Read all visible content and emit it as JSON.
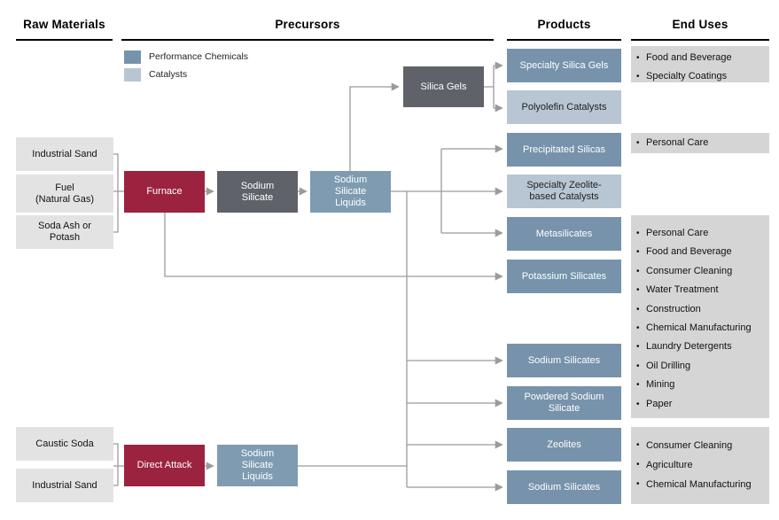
{
  "columns": {
    "raw_materials": "Raw Materials",
    "precursors": "Precursors",
    "products": "Products",
    "end_uses": "End Uses"
  },
  "legend": {
    "items": [
      {
        "label": "Performance Chemicals",
        "color": "#7693ab"
      },
      {
        "label": "Catalysts",
        "color": "#b8c5d2"
      }
    ]
  },
  "colors": {
    "performance_chemicals_blue": "#7693ab",
    "catalysts_light_blue": "#b8c5d2",
    "process_red": "#9b2340",
    "precursor_dark_gray": "#5f6369",
    "raw_material_gray": "#e3e3e3",
    "end_use_gray": "#d5d5d5",
    "connector_gray": "#9b9b9b"
  },
  "raw_materials": [
    {
      "label": "Industrial Sand"
    },
    {
      "label": "Fuel\n(Natural Gas)"
    },
    {
      "label": "Soda Ash or\nPotash"
    },
    {
      "label": "Caustic Soda"
    },
    {
      "label": "Industrial Sand"
    }
  ],
  "precursors": [
    {
      "label": "Furnace"
    },
    {
      "label": "Sodium\nSilicate"
    },
    {
      "label": "Sodium\nSilicate\nLiquids"
    },
    {
      "label": "Silica Gels"
    },
    {
      "label": "Direct Attack"
    },
    {
      "label": "Sodium\nSilicate\nLiquids"
    }
  ],
  "products": [
    {
      "label": "Specialty Silica Gels",
      "category": "Performance Chemicals"
    },
    {
      "label": "Polyolefin Catalysts",
      "category": "Catalysts"
    },
    {
      "label": "Precipitated Silicas",
      "category": "Performance Chemicals"
    },
    {
      "label": "Specialty Zeolite-\nbased Catalysts",
      "category": "Catalysts"
    },
    {
      "label": "Metasilicates",
      "category": "Performance Chemicals"
    },
    {
      "label": "Potassium Silicates",
      "category": "Performance Chemicals"
    },
    {
      "label": "Sodium Silicates",
      "category": "Performance Chemicals"
    },
    {
      "label": "Powdered Sodium\nSilicate",
      "category": "Performance Chemicals"
    },
    {
      "label": "Zeolites",
      "category": "Performance Chemicals"
    },
    {
      "label": "Sodium Silicates",
      "category": "Performance Chemicals"
    }
  ],
  "end_uses": [
    {
      "items": [
        "Food and Beverage",
        "Specialty Coatings"
      ]
    },
    {
      "items": [
        "Personal Care"
      ]
    },
    {
      "items": [
        "Personal Care",
        "Food and Beverage",
        "Consumer Cleaning",
        "Water Treatment",
        "Construction",
        "Chemical Manufacturing",
        "Laundry Detergents",
        "Oil Drilling",
        "Mining",
        "Paper"
      ]
    },
    {
      "items": [
        "Consumer Cleaning",
        "Agriculture",
        "Chemical Manufacturing"
      ]
    }
  ]
}
